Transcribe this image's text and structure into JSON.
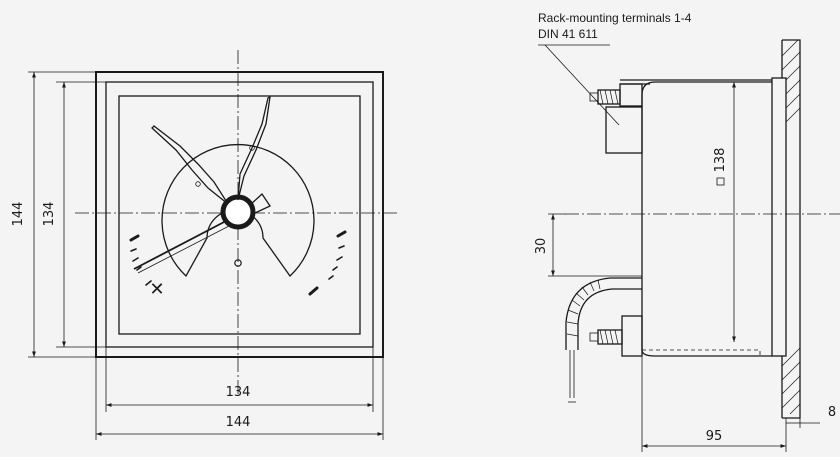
{
  "front_view": {
    "dim_outer_width": "144",
    "dim_inner_width": "134",
    "dim_outer_height": "144",
    "dim_inner_height": "134"
  },
  "side_view": {
    "terminals_label_line1": "Rack-mounting terminals 1-4",
    "terminals_label_line2": "DIN 41 611",
    "dim_cutout": "138",
    "dim_offset": "30",
    "dim_depth": "95",
    "dim_panel": "8"
  }
}
